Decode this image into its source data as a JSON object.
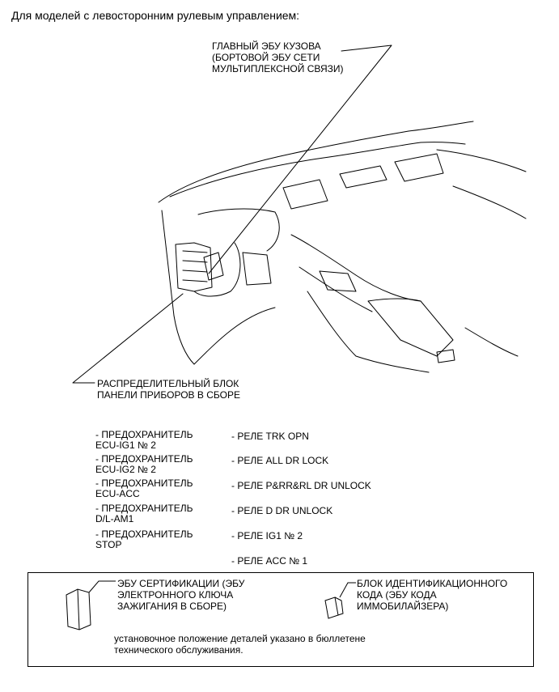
{
  "heading": "Для моделей с левосторонним рулевым управлением:",
  "callouts": {
    "body_ecu": [
      "ГЛАВНЫЙ ЭБУ КУЗОВА",
      "(БОРТОВОЙ ЭБУ СЕТИ",
      "МУЛЬТИПЛЕКСНОЙ СВЯЗИ)"
    ],
    "junction_block": [
      "РАСПРЕДЕЛИТЕЛЬНЫЙ БЛОК",
      "ПАНЕЛИ ПРИБОРОВ В СБОРЕ"
    ]
  },
  "fuses": [
    [
      "- ПРЕДОХРАНИТЕЛЬ",
      "ECU-IG1 № 2"
    ],
    [
      "- ПРЕДОХРАНИТЕЛЬ",
      "ECU-IG2 № 2"
    ],
    [
      "- ПРЕДОХРАНИТЕЛЬ",
      "ECU-ACC"
    ],
    [
      "- ПРЕДОХРАНИТЕЛЬ",
      "D/L-AM1"
    ],
    [
      "- ПРЕДОХРАНИТЕЛЬ",
      "STOP"
    ]
  ],
  "relays": [
    "- РЕЛЕ TRK OPN",
    "- РЕЛЕ ALL DR LOCK",
    "- РЕЛЕ P&RR&RL DR UNLOCK",
    "- РЕЛЕ D DR UNLOCK",
    "- РЕЛЕ IG1 № 2",
    "- РЕЛЕ ACC № 1"
  ],
  "note": {
    "cert_ecu": [
      "ЭБУ СЕРТИФИКАЦИИ (ЭБУ",
      "ЭЛЕКТРОННОГО КЛЮЧА",
      "ЗАЖИГАНИЯ В СБОРЕ)"
    ],
    "id_box": [
      "БЛОК ИДЕНТИФИКАЦИОННОГО",
      "КОДА (ЭБУ КОДА",
      "ИММОБИЛАЙЗЕРА)"
    ],
    "text": [
      "установочное положение деталей указано в бюллетене",
      "технического обслуживания."
    ]
  }
}
